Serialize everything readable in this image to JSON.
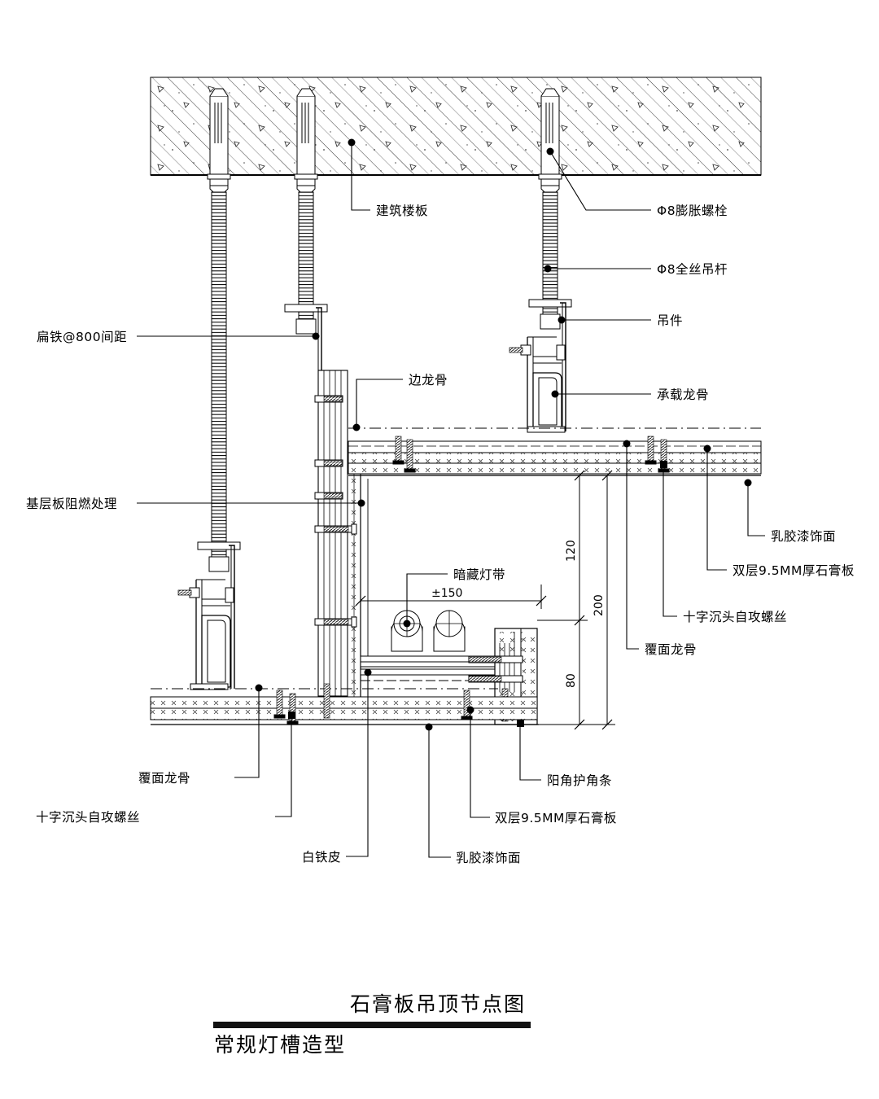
{
  "drawing": {
    "title_main": "石膏板吊顶节点图",
    "title_sub": "常规灯槽造型"
  },
  "labels": {
    "slab": "建筑楼板",
    "expansion_bolt": "Φ8膨胀螺栓",
    "threaded_rod": "Φ8全丝吊杆",
    "hanger": "吊件",
    "main_keel": "承载龙骨",
    "flat_iron": "扁铁@800间距",
    "base_board_fireproof": "基层板阻燃处理",
    "edge_keel": "边龙骨",
    "latex_paint_right": "乳胶漆饰面",
    "gypsum_right": "双层9.5MM厚石膏板",
    "screw_right": "十字沉头自攻螺丝",
    "furring_keel_right": "覆面龙骨",
    "hidden_light": "暗藏灯带",
    "furring_keel_bottom": "覆面龙骨",
    "screw_bottom": "十字沉头自攻螺丝",
    "tin_sheet": "白铁皮",
    "latex_paint_bottom": "乳胶漆饰面",
    "gypsum_bottom": "双层9.5MM厚石膏板",
    "corner_bead": "阳角护角条"
  },
  "dimensions": {
    "light_slot_width": "±150",
    "upper_depth": "120",
    "lower_depth": "80",
    "total_depth": "200"
  },
  "colors": {
    "line": "#000000",
    "hatch": "#555555",
    "fill": "#ffffff",
    "title_bar": "#111111"
  }
}
